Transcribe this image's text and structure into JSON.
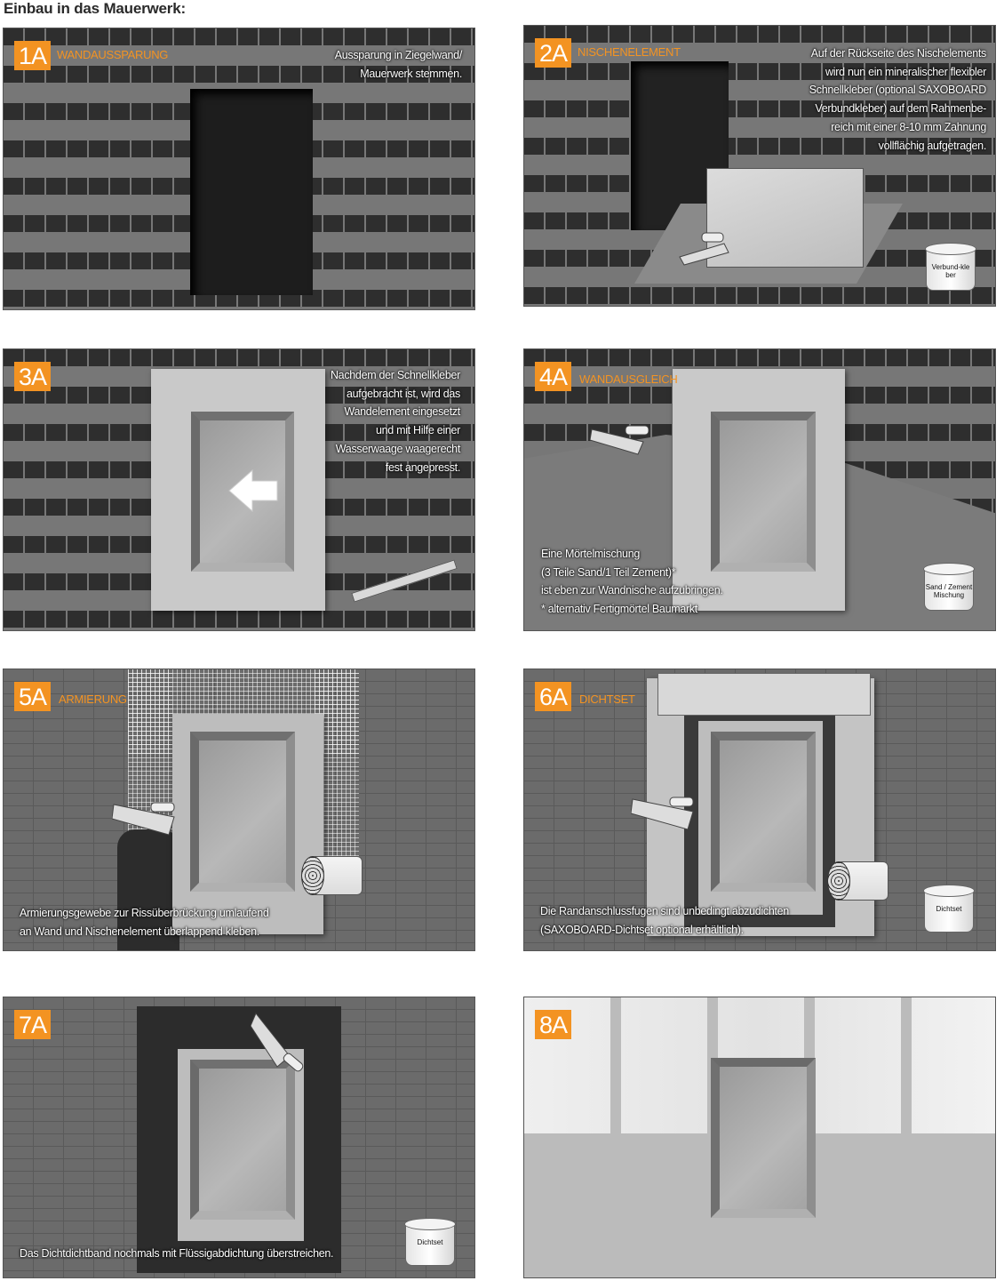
{
  "page": {
    "title": "Einbau in das Mauerwerk:"
  },
  "colors": {
    "accent": "#f39322",
    "wall_dark": "#2e2e2e",
    "plaster": "#6b6b6b",
    "tiles": "#efefef"
  },
  "steps": [
    {
      "num": "1A",
      "title": "WANDAUSSPARUNG",
      "desc": [
        "Aussparung in Ziegelwand/",
        "Mauerwerk stemmen."
      ]
    },
    {
      "num": "2A",
      "title": "NISCHENELEMENT",
      "desc": [
        "Auf der Rückseite des Nischelements",
        "wird nun ein mineralischer flexibler",
        "Schnellkleber (optional SAXOBOARD",
        "Verbundkleber) auf dem Rahmenbe-",
        "reich mit einer 8-10 mm Zahnung",
        "vollflächig aufgetragen."
      ],
      "bucket": "Verbund-kle ber"
    },
    {
      "num": "3A",
      "title": "",
      "desc": [
        "Nachdem der Schnellkleber",
        "aufgebracht ist, wird das",
        "Wandelement eingesetzt",
        "und mit Hilfe einer",
        "Wasserwaage waagerecht",
        "fest angepresst."
      ]
    },
    {
      "num": "4A",
      "title": "WANDAUSGLEICH",
      "desc": [
        "Eine Mörtelmischung",
        "(3 Teile Sand/1 Teil Zement)*",
        "ist eben zur Wandnische aufzubringen.",
        "* alternativ Fertigmörtel Baumarkt"
      ],
      "bucket": "Sand / Zement Mischung"
    },
    {
      "num": "5A",
      "title": "ARMIERUNG",
      "desc": [
        "Armierungsgewebe zur Rissüberbrückung umlaufend",
        "an Wand und Nischenelement überlappend kleben."
      ]
    },
    {
      "num": "6A",
      "title": "DICHTSET",
      "desc": [
        "Die Randanschlussfugen sind unbedingt abzudichten",
        "(SAXOBOARD-Dichtset optional erhältlich)."
      ],
      "bucket": "Dichtset"
    },
    {
      "num": "7A",
      "title": "",
      "desc": [
        "Das Dichtdichtband nochmals mit Flüssigabdichtung überstreichen."
      ],
      "bucket": "Dichtset"
    },
    {
      "num": "8A",
      "title": "",
      "desc": []
    }
  ]
}
